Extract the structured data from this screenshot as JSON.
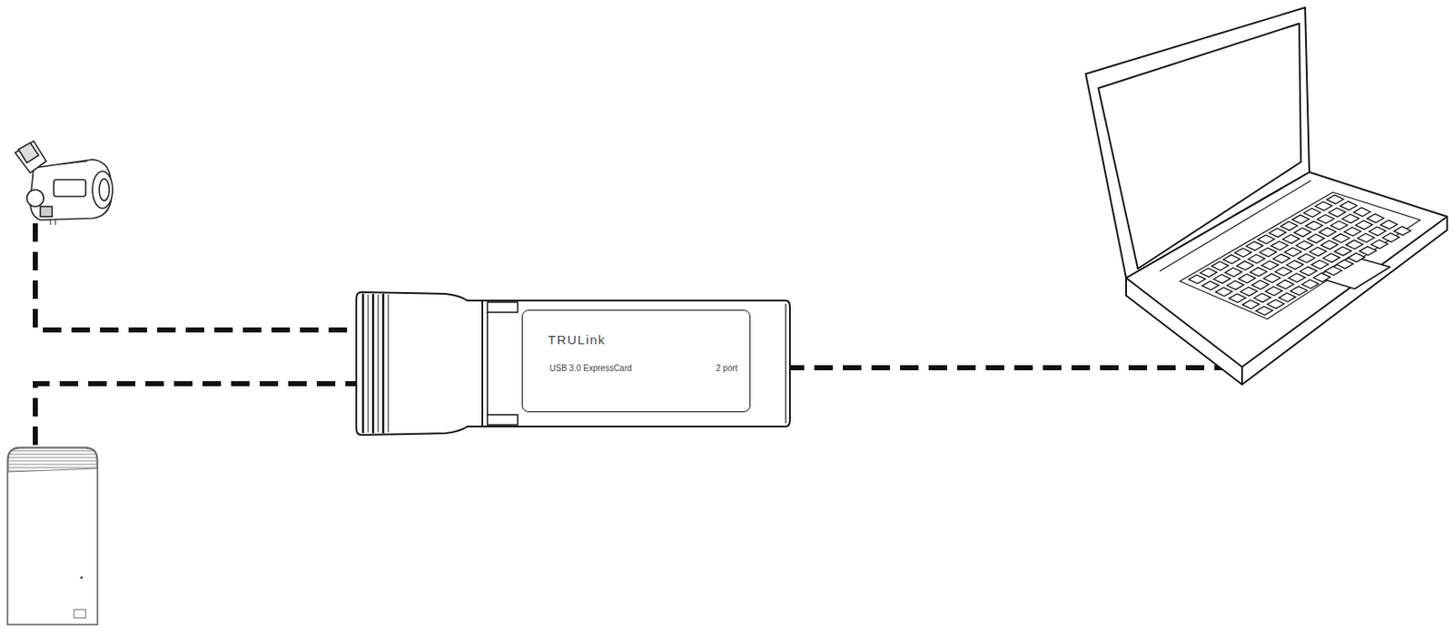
{
  "diagram": {
    "nodes": [
      {
        "text": [
          "TRULink",
          "USB 3.0 ExpressCard",
          "2 port"
        ]
      }
    ]
  }
}
